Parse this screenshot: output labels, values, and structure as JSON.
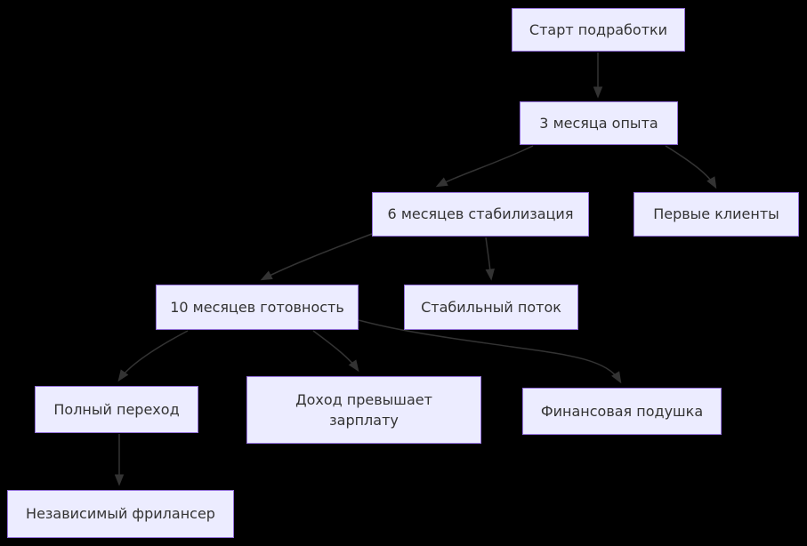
{
  "diagram": {
    "type": "flowchart",
    "direction": "top-down",
    "background_color": "#000000",
    "colors": {
      "node_fill": "#ECECFF",
      "node_border": "#9370DB",
      "edge": "#333333",
      "node_text": "#333333"
    },
    "nodes": [
      {
        "id": "A",
        "label": "Старт подработки"
      },
      {
        "id": "B",
        "label": "3 месяца опыта"
      },
      {
        "id": "C",
        "label": "6 месяцев стабилизация"
      },
      {
        "id": "D",
        "label": "Первые клиенты"
      },
      {
        "id": "E",
        "label": "10 месяцев готовность"
      },
      {
        "id": "F",
        "label": "Стабильный поток"
      },
      {
        "id": "G",
        "label": "Полный переход"
      },
      {
        "id": "H",
        "label": "Доход превышает зарплату"
      },
      {
        "id": "I",
        "label": "Финансовая подушка"
      },
      {
        "id": "J",
        "label": "Независимый фрилансер"
      }
    ],
    "edges": [
      {
        "from": "A",
        "to": "B",
        "from_label": "Старт подработки",
        "to_label": "3 месяца опыта"
      },
      {
        "from": "B",
        "to": "C",
        "from_label": "3 месяца опыта",
        "to_label": "6 месяцев стабилизация"
      },
      {
        "from": "B",
        "to": "D",
        "from_label": "3 месяца опыта",
        "to_label": "Первые клиенты"
      },
      {
        "from": "C",
        "to": "E",
        "from_label": "6 месяцев стабилизация",
        "to_label": "10 месяцев готовность"
      },
      {
        "from": "C",
        "to": "F",
        "from_label": "6 месяцев стабилизация",
        "to_label": "Стабильный поток"
      },
      {
        "from": "E",
        "to": "G",
        "from_label": "10 месяцев готовность",
        "to_label": "Полный переход"
      },
      {
        "from": "E",
        "to": "H",
        "from_label": "10 месяцев готовность",
        "to_label": "Доход превышает зарплату"
      },
      {
        "from": "E",
        "to": "I",
        "from_label": "10 месяцев готовность",
        "to_label": "Финансовая подушка"
      },
      {
        "from": "G",
        "to": "J",
        "from_label": "Полный переход",
        "to_label": "Независимый фрилансер"
      }
    ]
  }
}
